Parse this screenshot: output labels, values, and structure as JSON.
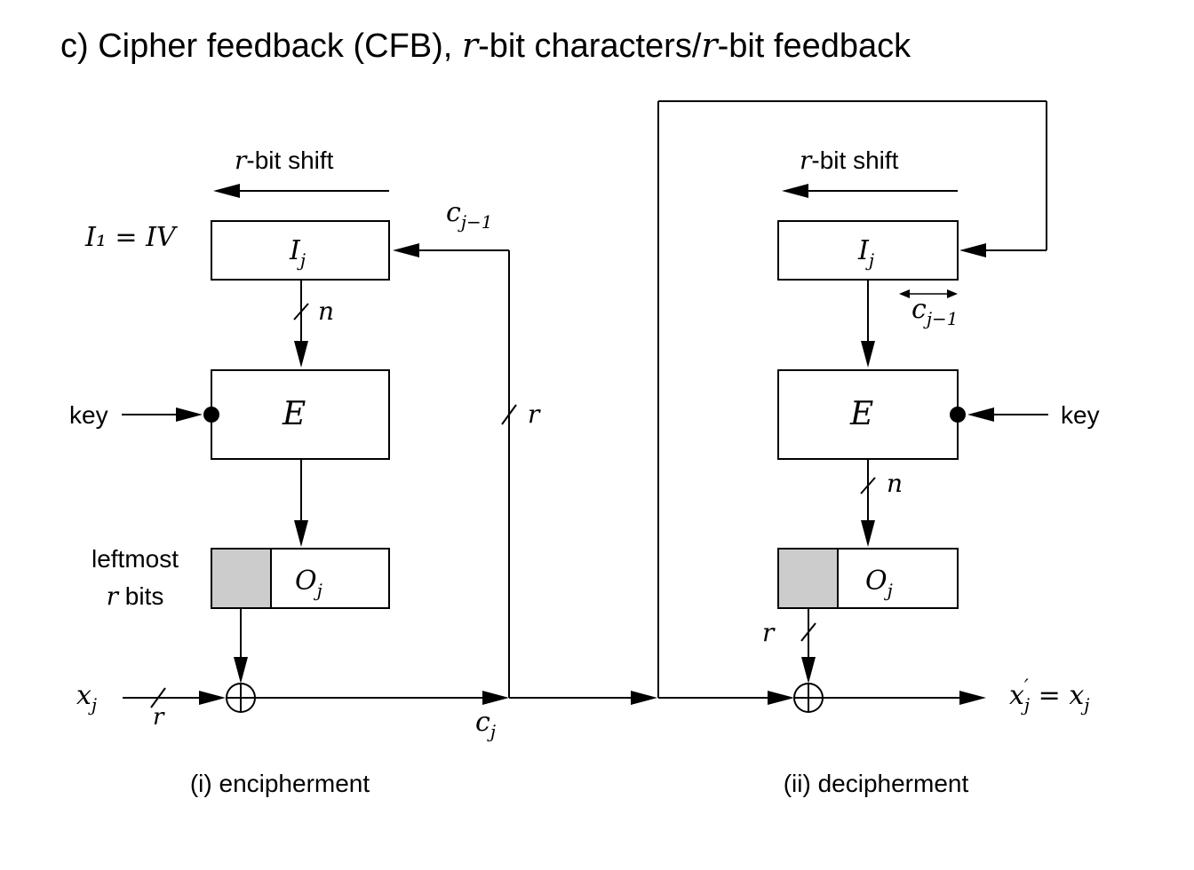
{
  "title": {
    "prefix": "c) Cipher feedback (CFB), ",
    "r1": "r",
    "mid": "-bit characters/",
    "r2": "r",
    "suffix": "-bit feedback"
  },
  "encipher": {
    "shift_var": "r",
    "shift_text": "-bit shift",
    "iv_label": "I₁ = IV",
    "input_block_main": "I",
    "input_block_sub": "j",
    "n_label": "n",
    "cipher_block": "E",
    "key_label": "key",
    "leftmost_line1": "leftmost",
    "leftmost_var": "r",
    "leftmost_line2": " bits",
    "output_block_main": "O",
    "output_block_sub": "j",
    "x_main": "x",
    "x_sub": "j",
    "r_input": "r",
    "r_feedback": "r",
    "c_main": "c",
    "c_sub": "j",
    "cprev_main": "c",
    "cprev_sub": "j−1",
    "caption": "(i) encipherment"
  },
  "decipher": {
    "shift_var": "r",
    "shift_text": "-bit shift",
    "input_block_main": "I",
    "input_block_sub": "j",
    "cprev_main": "c",
    "cprev_sub": "j−1",
    "cipher_block": "E",
    "key_label": "key",
    "n_label": "n",
    "output_block_main": "O",
    "output_block_sub": "j",
    "r_label": "r",
    "result_lhs_main": "x",
    "result_lhs_sup": "′",
    "result_lhs_sub": "j",
    "result_eq": " = ",
    "result_rhs_main": "x",
    "result_rhs_sub": "j",
    "caption": "(ii) decipherment"
  }
}
